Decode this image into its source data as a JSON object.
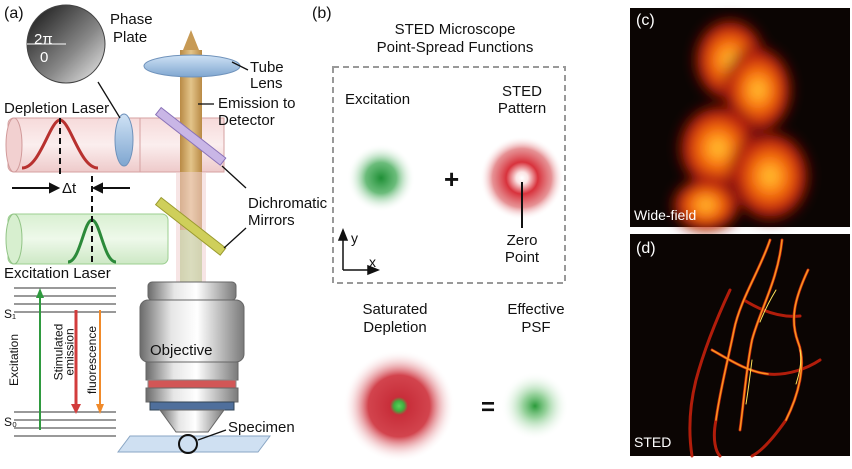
{
  "panel_a": {
    "tag": "(a)",
    "phase_plate_label": [
      "Phase",
      "Plate"
    ],
    "phase_2pi": "2π",
    "phase_0": "0",
    "tube_lens": [
      "Tube",
      "Lens"
    ],
    "emission": [
      "Emission to",
      "Detector"
    ],
    "depletion_laser": "Depletion Laser",
    "delta_t": "Δt",
    "dichromatic": [
      "Dichromatic",
      "Mirrors"
    ],
    "excitation_laser": "Excitation Laser",
    "s1": "S₁",
    "s0": "S₀",
    "excitation": "Excitation",
    "stimulated": [
      "Stimulated",
      "emission"
    ],
    "fluorescence": "fluorescence",
    "objective": "Objective",
    "specimen": "Specimen"
  },
  "panel_b": {
    "tag": "(b)",
    "title": [
      "STED Microscope",
      "Point-Spread Functions"
    ],
    "excitation": "Excitation",
    "sted_pattern": [
      "STED",
      "Pattern"
    ],
    "plus": "+",
    "zero_point": [
      "Zero",
      "Point"
    ],
    "axis_y": "y",
    "axis_x": "x",
    "saturated": [
      "Saturated",
      "Depletion"
    ],
    "effective": [
      "Effective",
      "PSF"
    ],
    "equals": "="
  },
  "panel_c": {
    "tag": "(c)",
    "caption": "Wide-field"
  },
  "panel_d": {
    "tag": "(d)",
    "caption": "STED"
  },
  "colors": {
    "depletion_red": "#d23c3c",
    "excitation_green": "#2f9a3f",
    "beam_tan": "#c9a46a",
    "dark_bg": "#0a0503"
  }
}
